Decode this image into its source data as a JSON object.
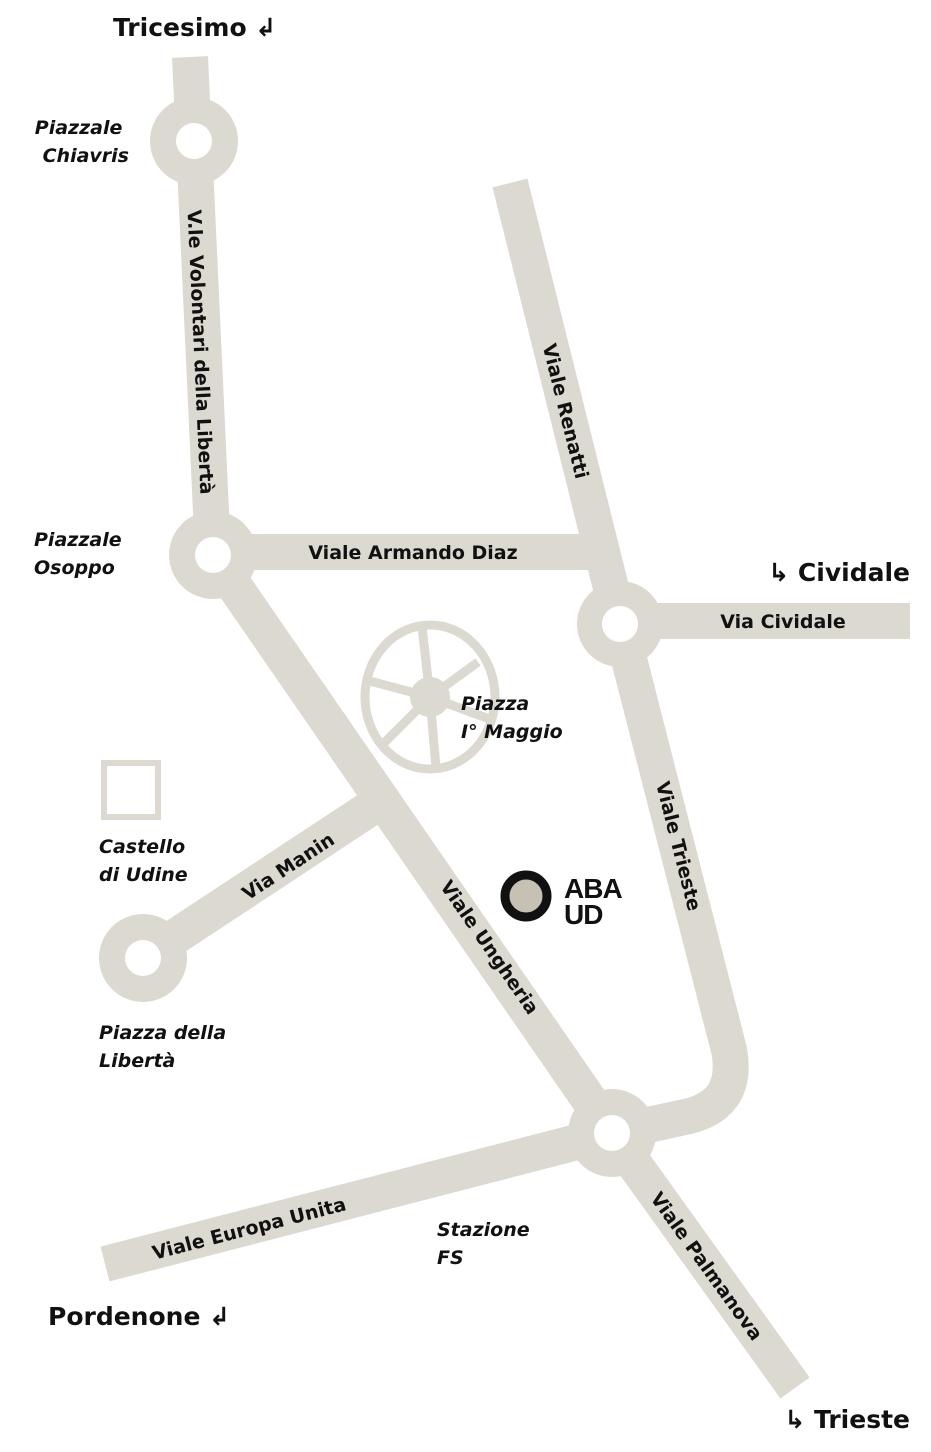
{
  "destinations": {
    "tricesimo": "Tricesimo ↲",
    "cividale": "↳ Cividale",
    "pordenone": "Pordenone ↲",
    "trieste": "↳ Trieste"
  },
  "streets": {
    "volontari": "V.le Volontari della Libertà",
    "renatti": "Viale Renatti",
    "diaz": "Viale Armando Diaz",
    "via_cividale": "Via Cividale",
    "trieste": "Viale Trieste",
    "manin": "Via Manin",
    "ungheria": "Viale Ungheria",
    "europa": "Viale Europa Unita",
    "palmanova": "Viale Palmanova"
  },
  "places": {
    "chiavris": [
      "Piazzale",
      "Chiavris"
    ],
    "osoppo": [
      "Piazzale",
      "Osoppo"
    ],
    "maggio": [
      "Piazza",
      "I° Maggio"
    ],
    "castello": [
      "Castello",
      "di Udine"
    ],
    "liberta": [
      "Piazza della",
      "Libertà"
    ],
    "stazione": [
      "Stazione",
      "FS"
    ]
  },
  "logo": {
    "line1": "ABA",
    "line2": "UD"
  },
  "colors": {
    "road": "#dcd9d1",
    "text": "#111111",
    "marker_ring": "#111111",
    "marker_fill": "#c6c1b3"
  }
}
